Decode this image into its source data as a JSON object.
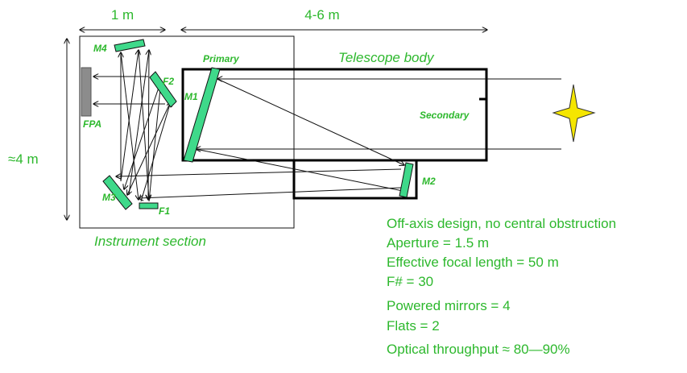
{
  "dimensions": {
    "width_instrument": "1 m",
    "width_telescope": "4-6 m",
    "height": "≈4 m"
  },
  "labels": {
    "telescope_body": "Telescope body",
    "instrument_section": "Instrument section",
    "primary": "Primary",
    "secondary": "Secondary",
    "m1": "M1",
    "m2": "M2",
    "m3": "M3",
    "m4": "M4",
    "f1": "F1",
    "f2": "F2",
    "fpa": "FPA"
  },
  "specs": [
    "Off-axis design, no central obstruction",
    "Aperture = 1.5 m",
    "Effective focal length = 50 m",
    "F# = 30",
    "Powered mirrors = 4",
    "Flats = 2",
    "Optical throughput ≈ 80—90%"
  ],
  "colors": {
    "label_green": "#2db82d",
    "mirror_fill": "#3fd98a",
    "fpa_fill": "#8c8c8c",
    "star_fill": "#f5e600"
  }
}
